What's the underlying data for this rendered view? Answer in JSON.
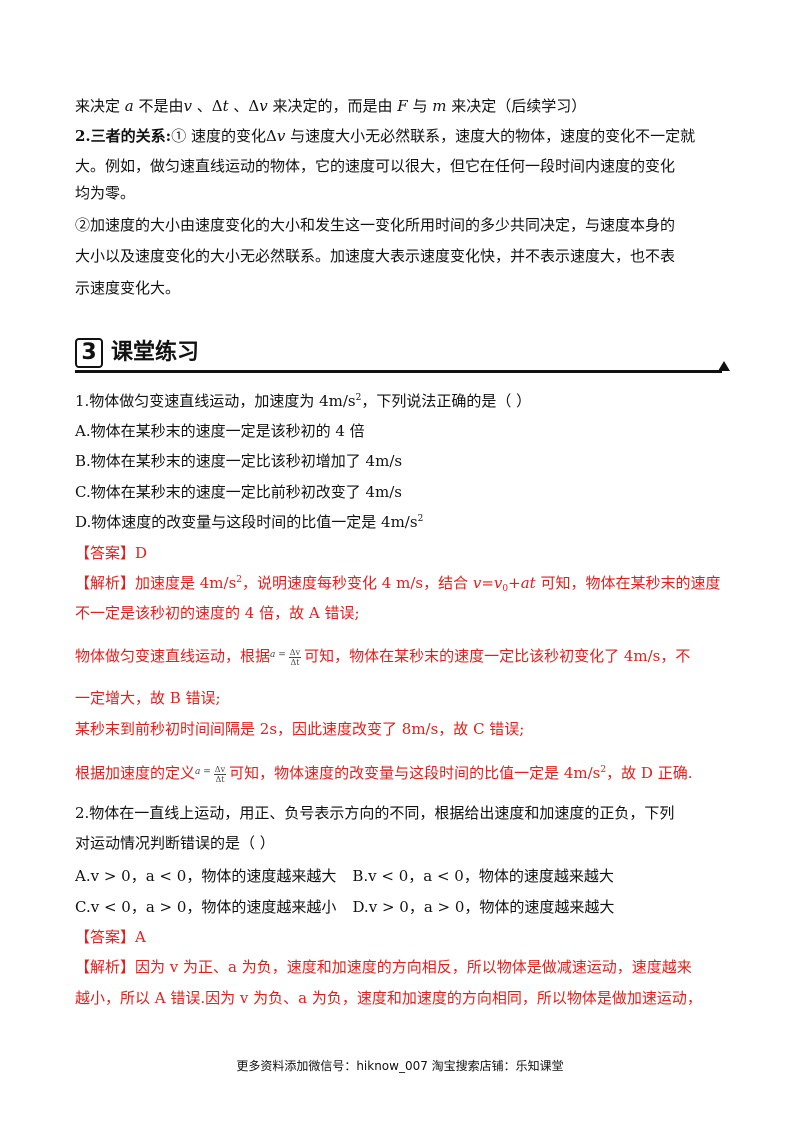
{
  "intro": {
    "l1": {
      "a": "来决定 ",
      "a_var": "a",
      "b": " 不是由",
      "v_var": "v",
      "c": " 、Δ",
      "t_var": "t",
      "d": " 、Δ",
      "v2_var": "v",
      "e": " 来决定的，而是由 ",
      "F_var": "F",
      "f": " 与 ",
      "m_var": "m",
      "g": " 来决定（后续学习）"
    },
    "l2_bold": "2.三者的关系:",
    "l2_rest_a": "① 速度的变化Δ",
    "l2_v": "v",
    "l2_rest_b": " 与速度大小无必然联系，速度大的物体，速度的变化不一定就",
    "l3": "大。例如，做匀速直线运动的物体，它的速度可以很大，但它在任何一段时间内速度的变化",
    "l4": "均为零。",
    "l5": "②加速度的大小由速度变化的大小和发生这一变化所用时间的多少共同决定，与速度本身的",
    "l6": "大小以及速度变化的大小无必然联系。加速度大表示速度变化快，并不表示速度大，也不表",
    "l7": "示速度变化大。"
  },
  "section": {
    "number": "3",
    "title": "课堂练习"
  },
  "q1": {
    "stem_a": "1.物体做匀变速直线运动，加速度为 4m/s",
    "stem_sup": "2",
    "stem_b": "，下列说法正确的是（        ）",
    "optA": "A.物体在某秒末的速度一定是该秒初的 4 倍",
    "optB": "B.物体在某秒末的速度一定比该秒初增加了 4m/s",
    "optC": "C.物体在某秒末的速度一定比前秒初改变了 4m/s",
    "optD_a": "D.物体速度的改变量与这段时间的比值一定是 4m/s",
    "optD_sup": "2",
    "answer": "【答案】D",
    "exp1_a": "【解析】加速度是 4m/s",
    "exp1_sup": "2",
    "exp1_b": "，说明速度每秒变化 4 m/s，结合 ",
    "exp1_f1": "v",
    "exp1_f2": "=",
    "exp1_f3": "v",
    "exp1_sub": "0",
    "exp1_f4": "+",
    "exp1_f5": "at",
    "exp1_c": " 可知，物体在某秒末的速度",
    "exp2": "不一定是该秒初的速度的 4 倍，故 A 错误;",
    "exp3_a": "物体做匀变速直线运动，根据",
    "frac_eq": "a =",
    "frac_num": "Δv",
    "frac_den": "Δt",
    "exp3_b": "可知，物体在某秒末的速度一定比该秒初变化了 4m/s，不",
    "exp4": "一定增大，故 B 错误;",
    "exp5": "某秒末到前秒初时间间隔是 2s，因此速度改变了 8m/s，故 C 错误;",
    "exp6_a": "根据加速度的定义",
    "exp6_b": "可知，物体速度的改变量与这段时间的比值一定是 4m/s",
    "exp6_sup": "2",
    "exp6_c": "，故 D 正确."
  },
  "q2": {
    "stem1": "2.物体在一直线上运动，用正、负号表示方向的不同，根据给出速度和加速度的正负，下列",
    "stem2": "对运动情况判断错误的是（        ）",
    "optA": "A.v > 0，a < 0，物体的速度越来越大",
    "optB": "B.v < 0，a < 0，物体的速度越来越大",
    "optC": "C.v < 0，a > 0，物体的速度越来越小",
    "optD": "D.v > 0，a > 0，物体的速度越来越大",
    "answer": "【答案】A",
    "exp1": "【解析】因为 v 为正、a 为负，速度和加速度的方向相反，所以物体是做减速运动，速度越来",
    "exp2": "越小，所以 A 错误.因为 v 为负、a 为负，速度和加速度的方向相同，所以物体是做加速运动，"
  },
  "footer": "更多资料添加微信号：hiknow_007 淘宝搜索店铺：乐知课堂"
}
